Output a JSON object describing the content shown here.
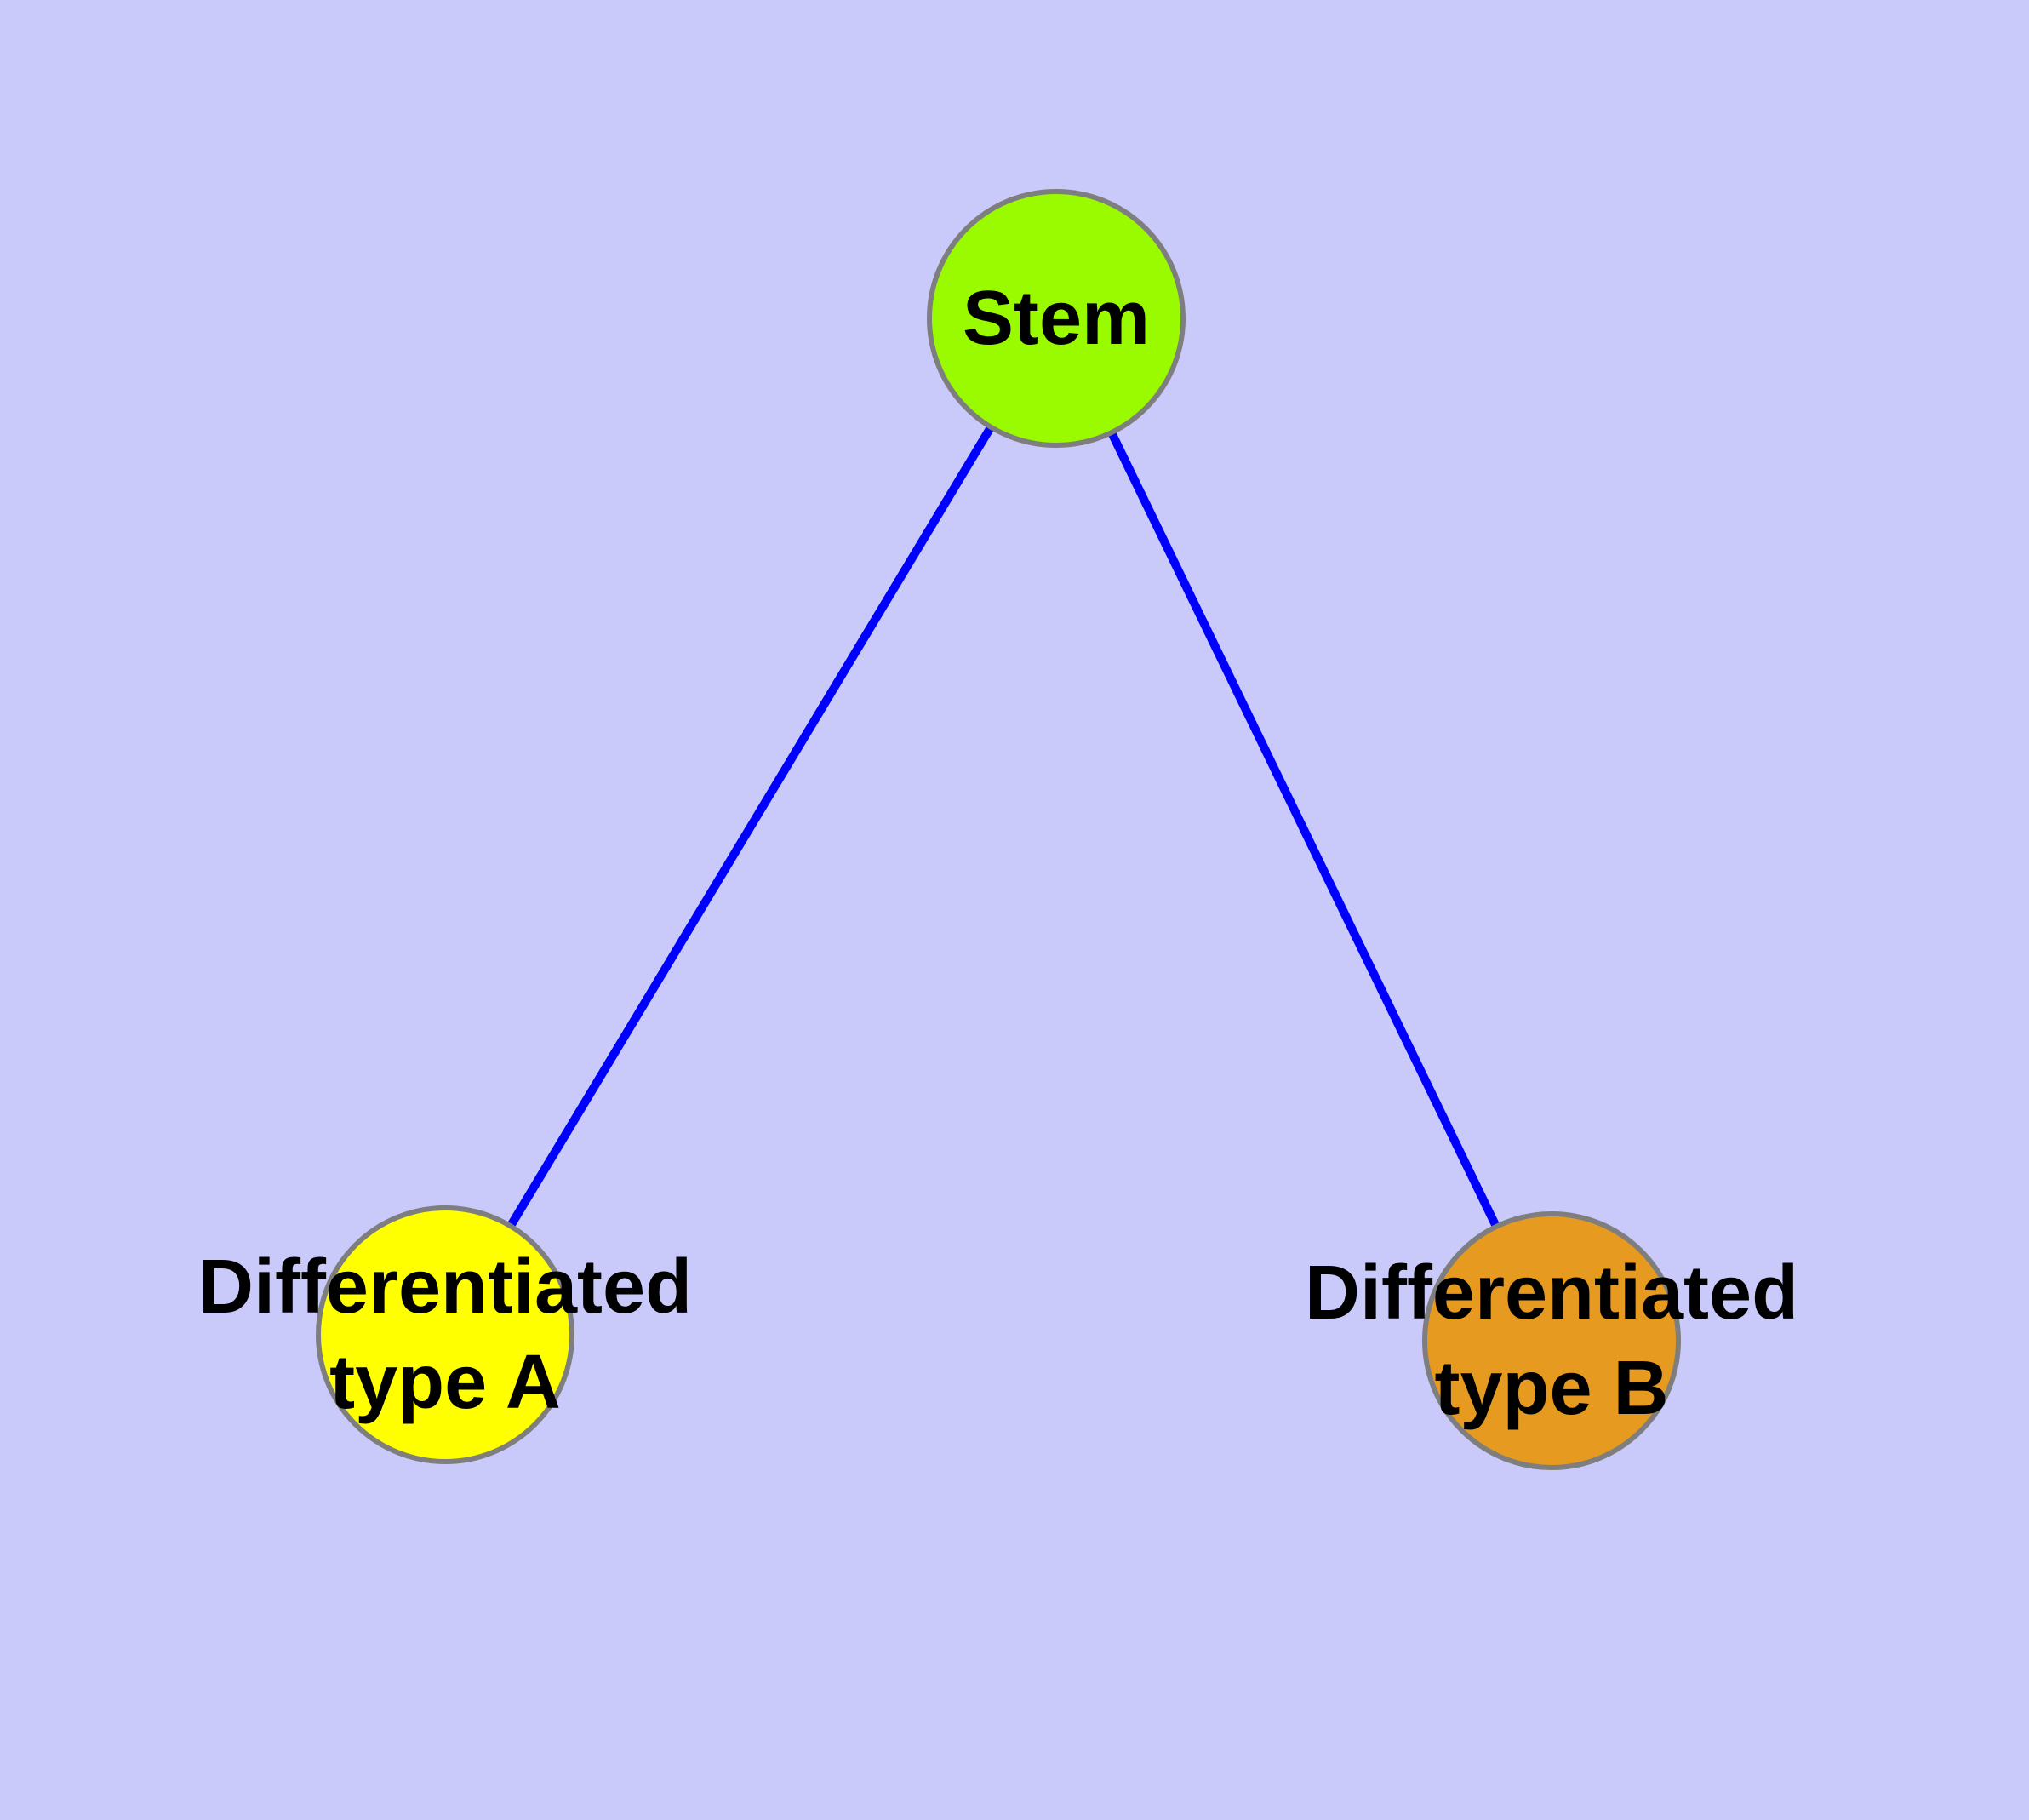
{
  "diagram": {
    "type": "node-link-graph",
    "description": "Stem cell differentiation graph: one stem node connected to two differentiated cell type nodes",
    "colors": {
      "background": "#c9c9fa",
      "edge": "#0000ff",
      "node_border": "#7e7e7e",
      "label_text": "#000000"
    },
    "nodes": [
      {
        "id": "stem",
        "label": "Stem",
        "label_lines": [
          "Stem"
        ],
        "fill": "#9afb00"
      },
      {
        "id": "differentiated-type-a",
        "label": "Differentiated type A",
        "label_lines": [
          "Differentiated",
          "type A"
        ],
        "fill": "#ffff00"
      },
      {
        "id": "differentiated-type-b",
        "label": "Differentiated type B",
        "label_lines": [
          "Differentiated",
          "type B"
        ],
        "fill": "#e69a20"
      }
    ],
    "edges": [
      {
        "from": "stem",
        "to": "differentiated-type-a"
      },
      {
        "from": "stem",
        "to": "differentiated-type-b"
      }
    ]
  }
}
